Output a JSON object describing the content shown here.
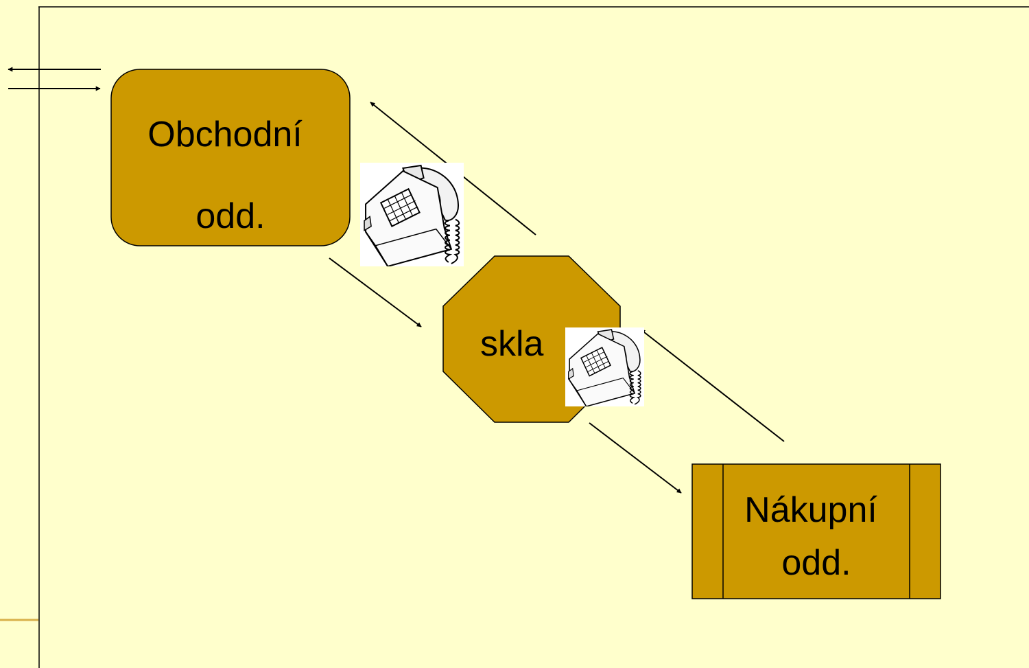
{
  "colors": {
    "background": "#ffffcc",
    "node_fill": "#cc9900",
    "node_stroke": "#000000",
    "accent_line": "#d8b04a",
    "arrow": "#000000"
  },
  "nodes": {
    "sales": {
      "line1": "Obchodní",
      "line2": "odd."
    },
    "warehouse": {
      "line1": "skla"
    },
    "purchasing": {
      "line1": "Nákupní",
      "line2": "odd."
    }
  },
  "icons": {
    "phone_1": "telephone-icon",
    "phone_2": "telephone-icon"
  }
}
